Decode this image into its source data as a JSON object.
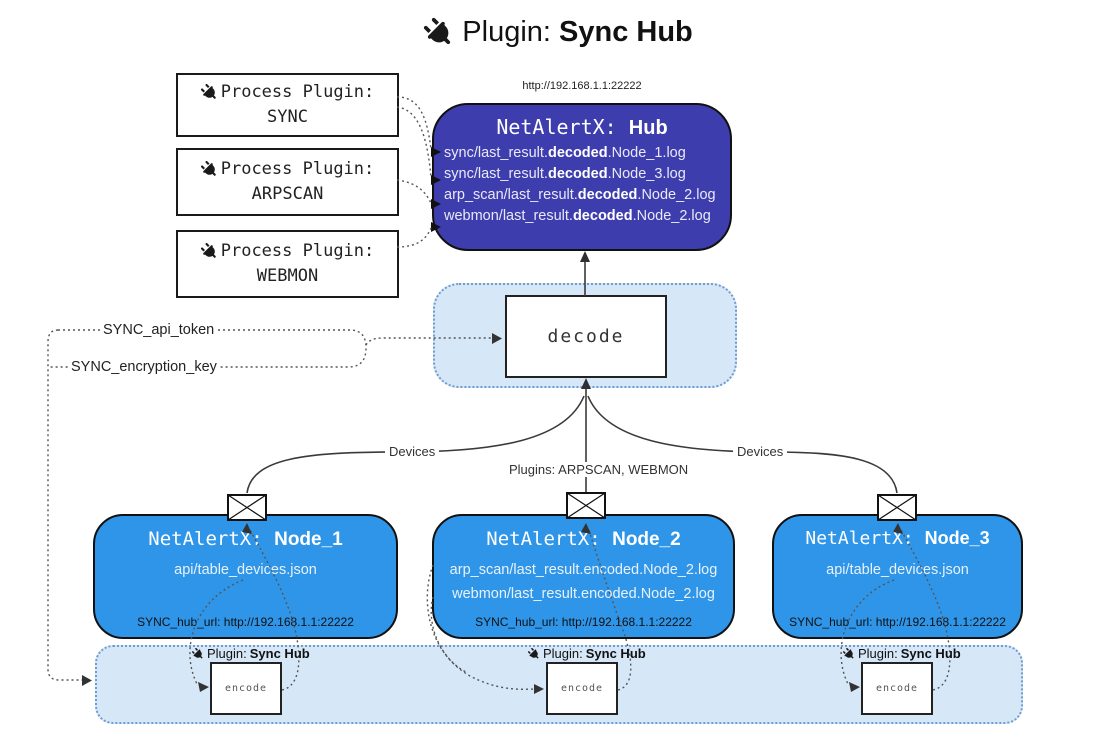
{
  "title": {
    "prefix": "Plugin:",
    "name": "Sync Hub"
  },
  "process_plugins": [
    {
      "label": "Process Plugin:",
      "name": "SYNC"
    },
    {
      "label": "Process Plugin:",
      "name": "ARPSCAN"
    },
    {
      "label": "Process Plugin:",
      "name": "WEBMON"
    }
  ],
  "hub": {
    "url_label": "http://192.168.1.1:22222",
    "title_prefix": "NetAlertX:",
    "title_name": "Hub",
    "logs": [
      {
        "pre": "sync/last_result.",
        "bold": "decoded",
        "post": ".Node_1.log"
      },
      {
        "pre": "sync/last_result.",
        "bold": "decoded",
        "post": ".Node_3.log"
      },
      {
        "pre": "arp_scan/last_result.",
        "bold": "decoded",
        "post": ".Node_2.log"
      },
      {
        "pre": "webmon/last_result.",
        "bold": "decoded",
        "post": ".Node_2.log"
      }
    ]
  },
  "decode": {
    "label": "decode"
  },
  "keys": {
    "api_token": "SYNC_api_token",
    "encryption_key": "SYNC_encryption_key"
  },
  "edges": {
    "devices_left": "Devices",
    "devices_right": "Devices",
    "plugins_center": "Plugins: ARPSCAN, WEBMON"
  },
  "nodes": [
    {
      "title_prefix": "NetAlertX:",
      "title_name": "Node_1",
      "files": [
        "api/table_devices.json"
      ],
      "hub_url": "SYNC_hub_url: http://192.168.1.1:22222"
    },
    {
      "title_prefix": "NetAlertX:",
      "title_name": "Node_2",
      "files": [
        "arp_scan/last_result.encoded.Node_2.log",
        "webmon/last_result.encoded.Node_2.log"
      ],
      "hub_url": "SYNC_hub_url: http://192.168.1.1:22222"
    },
    {
      "title_prefix": "NetAlertX:",
      "title_name": "Node_3",
      "files": [
        "api/table_devices.json"
      ],
      "hub_url": "SYNC_hub_url: http://192.168.1.1:22222"
    }
  ],
  "encoders": [
    {
      "plugin_prefix": "Plugin:",
      "plugin_name": "Sync Hub",
      "label": "encode"
    },
    {
      "plugin_prefix": "Plugin:",
      "plugin_name": "Sync Hub",
      "label": "encode"
    },
    {
      "plugin_prefix": "Plugin:",
      "plugin_name": "Sync Hub",
      "label": "encode"
    }
  ],
  "colors": {
    "hub_fill": "#3d3dad",
    "node_fill": "#2e95e8",
    "panel_fill": "#d6e7f8",
    "panel_border": "#6f9bce",
    "line": "#3a3a3a"
  }
}
